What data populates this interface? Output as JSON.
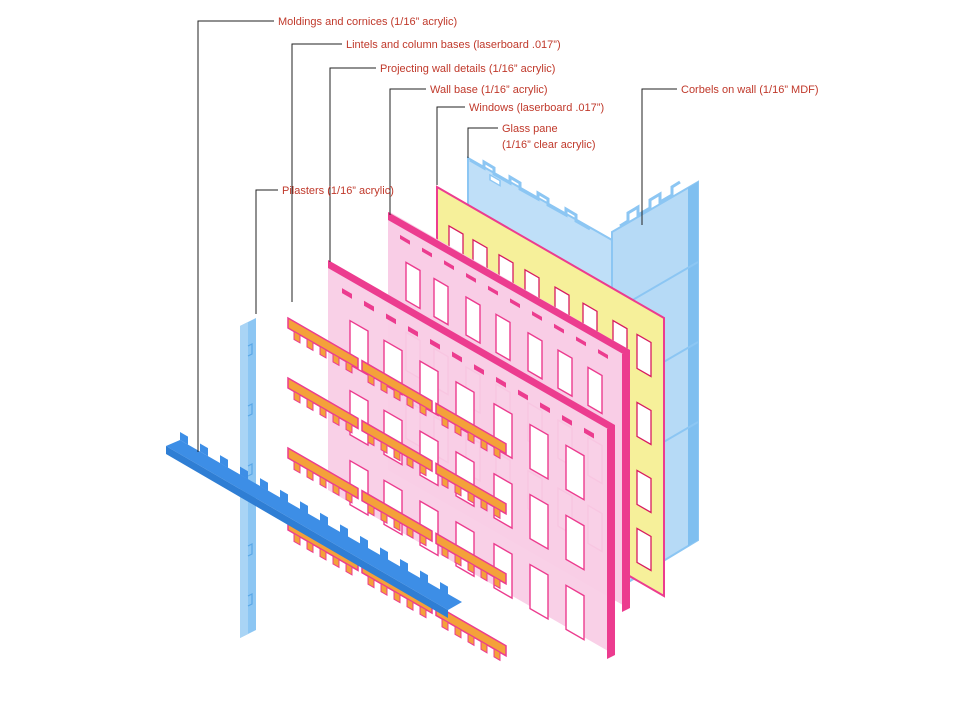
{
  "labels": {
    "moldings": "Moldings and cornices (1/16” acrylic)",
    "lintels": "Lintels and column bases (laserboard .017”)",
    "projecting": "Projecting wall details (1/16” acrylic)",
    "wall_base": "Wall base (1/16” acrylic)",
    "windows": "Windows (laserboard .017”)",
    "glass_line1": "Glass pane",
    "glass_line2": "(1/16” clear acrylic)",
    "corbels": "Corbels on wall (1/16” MDF)",
    "pilasters": "Pilasters (1/16” acrylic)"
  },
  "colors": {
    "label_text": "#c0392b",
    "leader": "#222222",
    "acrylic_pink": "#ec3c8f",
    "acrylic_pink_face": "#f9cde6",
    "laserboard_yellow": "#f6f09a",
    "laserboard_orange": "#f4a13a",
    "glass_blue": "#a9d4f5",
    "mdf_blue": "#7fbff0",
    "molding_blue": "#3d8ee6",
    "pilaster_blue": "#8cc6f3",
    "window_frame": "#d81b60"
  }
}
